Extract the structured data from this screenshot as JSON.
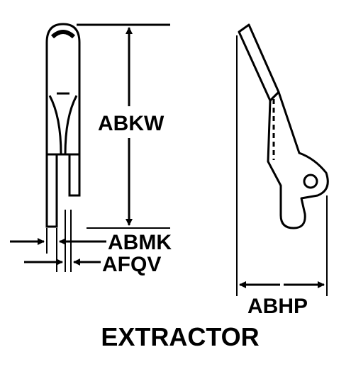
{
  "title": "EXTRACTOR",
  "dimensions": {
    "length": "ABKW",
    "pin_width": "ABMK",
    "gap": "AFQV",
    "width": "ABHP"
  },
  "colors": {
    "ink": "#000000",
    "background": "#ffffff"
  }
}
